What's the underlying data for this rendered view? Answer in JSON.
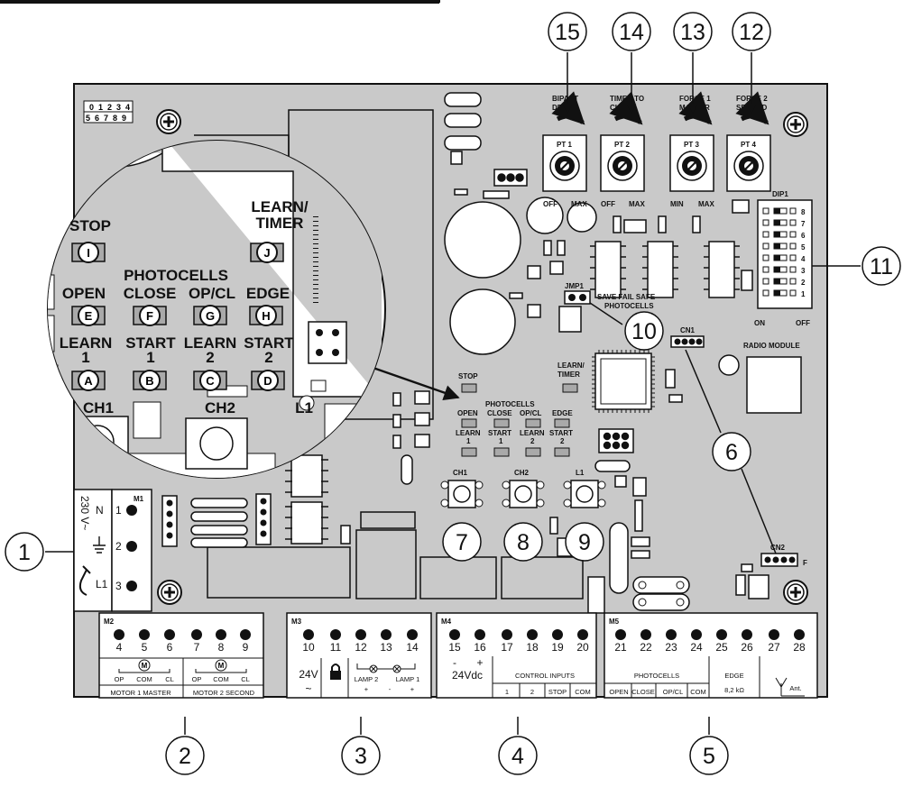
{
  "colors": {
    "board": "#c9c9c9",
    "board_dark": "#a9a9a9",
    "line": "#111111",
    "white": "#ffffff"
  },
  "grid_digits": [
    "0",
    "1",
    "2",
    "3",
    "4",
    "5",
    "6",
    "7",
    "8",
    "9"
  ],
  "callouts": [
    "1",
    "2",
    "3",
    "4",
    "5",
    "6",
    "7",
    "8",
    "9",
    "10",
    "11",
    "12",
    "13",
    "14",
    "15"
  ],
  "pots": [
    {
      "id": "PT 1",
      "title1": "BIPART",
      "title2": "DELAY",
      "min": "OFF",
      "max": "MAX"
    },
    {
      "id": "PT 2",
      "title1": "TIMER TO",
      "title2": "CLOSE",
      "min": "OFF",
      "max": "MAX"
    },
    {
      "id": "PT 3",
      "title1": "FORCE 1",
      "title2": "MASTER",
      "min": "MIN",
      "max": "MAX"
    },
    {
      "id": "PT 4",
      "title1": "FORCE 2",
      "title2": "SECOND",
      "min": "",
      "max": ""
    }
  ],
  "dip": {
    "title": "DIP1",
    "nums": [
      "8",
      "7",
      "6",
      "5",
      "4",
      "3",
      "2",
      "1"
    ],
    "on": "ON",
    "off": "OFF"
  },
  "jmp": {
    "title": "JMP1",
    "line1": "SAVE FAIL SAFE",
    "line2": "PHOTOCELLS"
  },
  "cn1": "CN1",
  "cn2": "CN2",
  "cn2_f": "F",
  "radio": "RADIO MODULE",
  "board_leds": {
    "stop": "STOP",
    "learn_timer1": "LEARN/",
    "learn_timer2": "TIMER",
    "photocells": "PHOTOCELLS",
    "open": "OPEN",
    "close": "CLOSE",
    "opcl": "OP/CL",
    "edge": "EDGE",
    "learn": "LEARN",
    "start": "START",
    "n1": "1",
    "n2": "2"
  },
  "buttons": {
    "ch1": "CH1",
    "ch2": "CH2",
    "l1": "L1"
  },
  "zoom": {
    "stop": "STOP",
    "learn_timer1": "LEARN/",
    "learn_timer2": "TIMER",
    "photocells": "PHOTOCELLS",
    "open": "OPEN",
    "close": "CLOSE",
    "opcl": "OP/CL",
    "edge": "EDGE",
    "learn1a": "LEARN",
    "learn1b": "1",
    "start1a": "START",
    "start1b": "1",
    "learn2a": "LEARN",
    "learn2b": "2",
    "start2a": "START",
    "start2b": "2",
    "letters": [
      "I",
      "J",
      "E",
      "F",
      "G",
      "H",
      "A",
      "B",
      "C",
      "D"
    ],
    "ch1": "CH1",
    "ch2": "CH2",
    "l1": "L1"
  },
  "m1": {
    "title": "M1",
    "voltage": "230 V~",
    "n": "N",
    "l1": "L1",
    "pins": [
      "1",
      "2",
      "3"
    ]
  },
  "m2": {
    "title": "M2",
    "pins": [
      "4",
      "5",
      "6",
      "7",
      "8",
      "9"
    ],
    "op": "OP",
    "com": "COM",
    "cl": "CL",
    "motor_m": "M",
    "motor1": "MOTOR 1 MASTER",
    "motor2": "MOTOR 2 SECOND"
  },
  "m3": {
    "title": "M3",
    "pins": [
      "10",
      "11",
      "12",
      "13",
      "14"
    ],
    "v24": "24V",
    "ac": "~",
    "lamp2": "LAMP 2",
    "lamp1": "LAMP 1",
    "plus": "+",
    "minus": "-"
  },
  "m4": {
    "title": "M4",
    "pins": [
      "15",
      "16",
      "17",
      "18",
      "19",
      "20"
    ],
    "minus": "-",
    "plus": "+",
    "vdc": "24Vdc",
    "control": "CONTROL INPUTS",
    "c1": "1",
    "c2": "2",
    "cstop": "STOP",
    "ccom": "COM"
  },
  "m5": {
    "title": "M5",
    "pins": [
      "21",
      "22",
      "23",
      "24",
      "25",
      "26",
      "27",
      "28"
    ],
    "photocells": "PHOTOCELLS",
    "open": "OPEN",
    "close": "CLOSE",
    "opcl": "OP/CL",
    "com": "COM",
    "edge": "EDGE",
    "ohm": "8,2 kΩ",
    "ant": "Ant."
  }
}
